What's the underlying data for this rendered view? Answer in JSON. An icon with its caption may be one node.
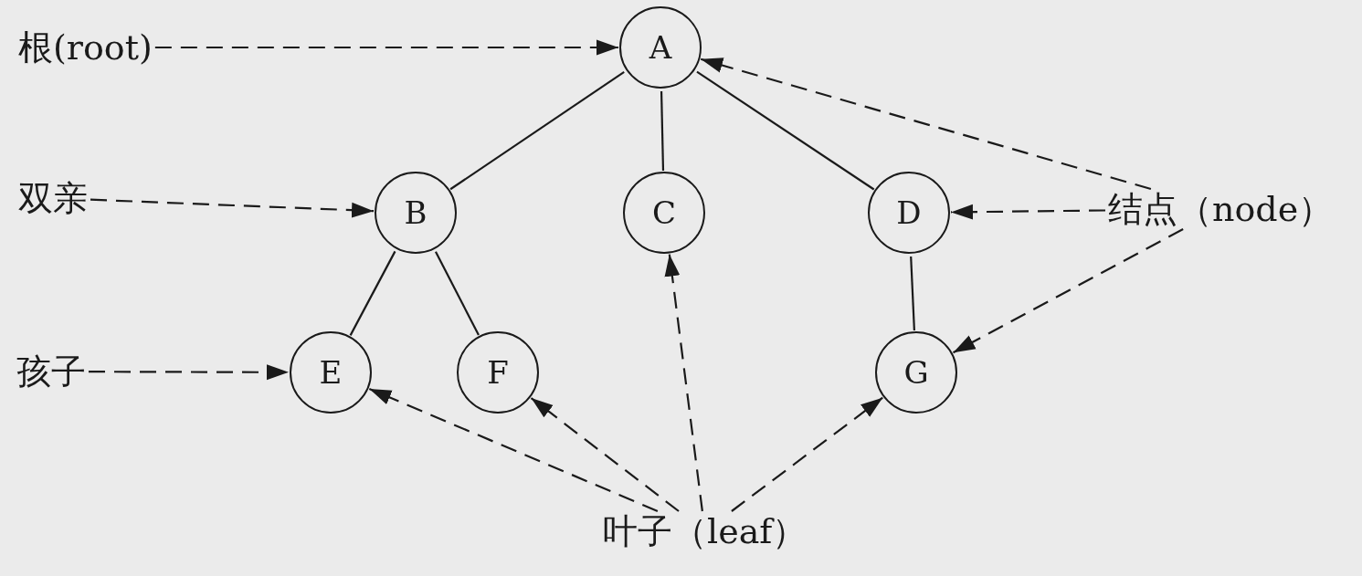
{
  "diagram": {
    "nodes": [
      {
        "text": [
          "A"
        ]
      },
      {
        "text": [
          "B"
        ]
      },
      {
        "text": [
          "C"
        ]
      },
      {
        "text": [
          "D"
        ]
      },
      {
        "text": [
          "E"
        ]
      },
      {
        "text": [
          "F"
        ]
      },
      {
        "text": [
          "G"
        ]
      },
      {
        "text": [
          "根(root)"
        ]
      },
      {
        "text": [
          "双亲"
        ]
      },
      {
        "text": [
          "孩子"
        ]
      },
      {
        "text": [
          "结点（node）"
        ]
      },
      {
        "text": [
          "叶子（leaf）"
        ]
      }
    ],
    "edges": [
      {
        "from": 0,
        "to": 1,
        "arrow": "none"
      },
      {
        "from": 0,
        "to": 2,
        "arrow": "none"
      },
      {
        "from": 0,
        "to": 3,
        "arrow": "none"
      },
      {
        "from": 1,
        "to": 4,
        "arrow": "none"
      },
      {
        "from": 1,
        "to": 5,
        "arrow": "none"
      },
      {
        "from": 3,
        "to": 6,
        "arrow": "none"
      },
      {
        "from": 7,
        "to": 0,
        "arrow": "to",
        "style": "dashed"
      },
      {
        "from": 8,
        "to": 1,
        "arrow": "to",
        "style": "dashed"
      },
      {
        "from": 9,
        "to": 4,
        "arrow": "to",
        "style": "dashed"
      },
      {
        "from": 10,
        "to": 0,
        "arrow": "to",
        "style": "dashed"
      },
      {
        "from": 10,
        "to": 3,
        "arrow": "to",
        "style": "dashed"
      },
      {
        "from": 10,
        "to": 6,
        "arrow": "to",
        "style": "dashed"
      },
      {
        "from": 11,
        "to": 4,
        "arrow": "to",
        "style": "dashed"
      },
      {
        "from": 11,
        "to": 5,
        "arrow": "to",
        "style": "dashed"
      },
      {
        "from": 11,
        "to": 2,
        "arrow": "to",
        "style": "dashed"
      },
      {
        "from": 11,
        "to": 6,
        "arrow": "to",
        "style": "dashed"
      }
    ]
  }
}
